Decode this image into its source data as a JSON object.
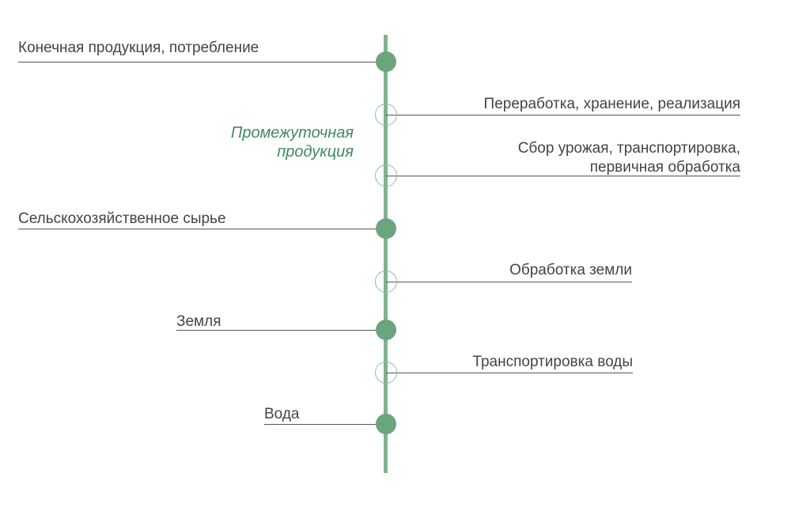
{
  "colors": {
    "axis": "#7fb38f",
    "node": "#6aa57e",
    "accent": "#3f8a5c",
    "text": "#444444"
  },
  "highlight": {
    "line1": "Промежуточная",
    "line2": "продукция"
  },
  "left": {
    "final": "Конечная продукция, потребление",
    "raw": "Сельскохозяйственное сырье",
    "land": "Земля",
    "water": "Вода"
  },
  "right": {
    "processing": "Переработка, хранение, реализация",
    "harvest_line1": "Сбор урожая, транспортировка,",
    "harvest_line2": "первичная обработка",
    "tillage": "Обработка земли",
    "water_transport": "Транспортировка воды"
  }
}
